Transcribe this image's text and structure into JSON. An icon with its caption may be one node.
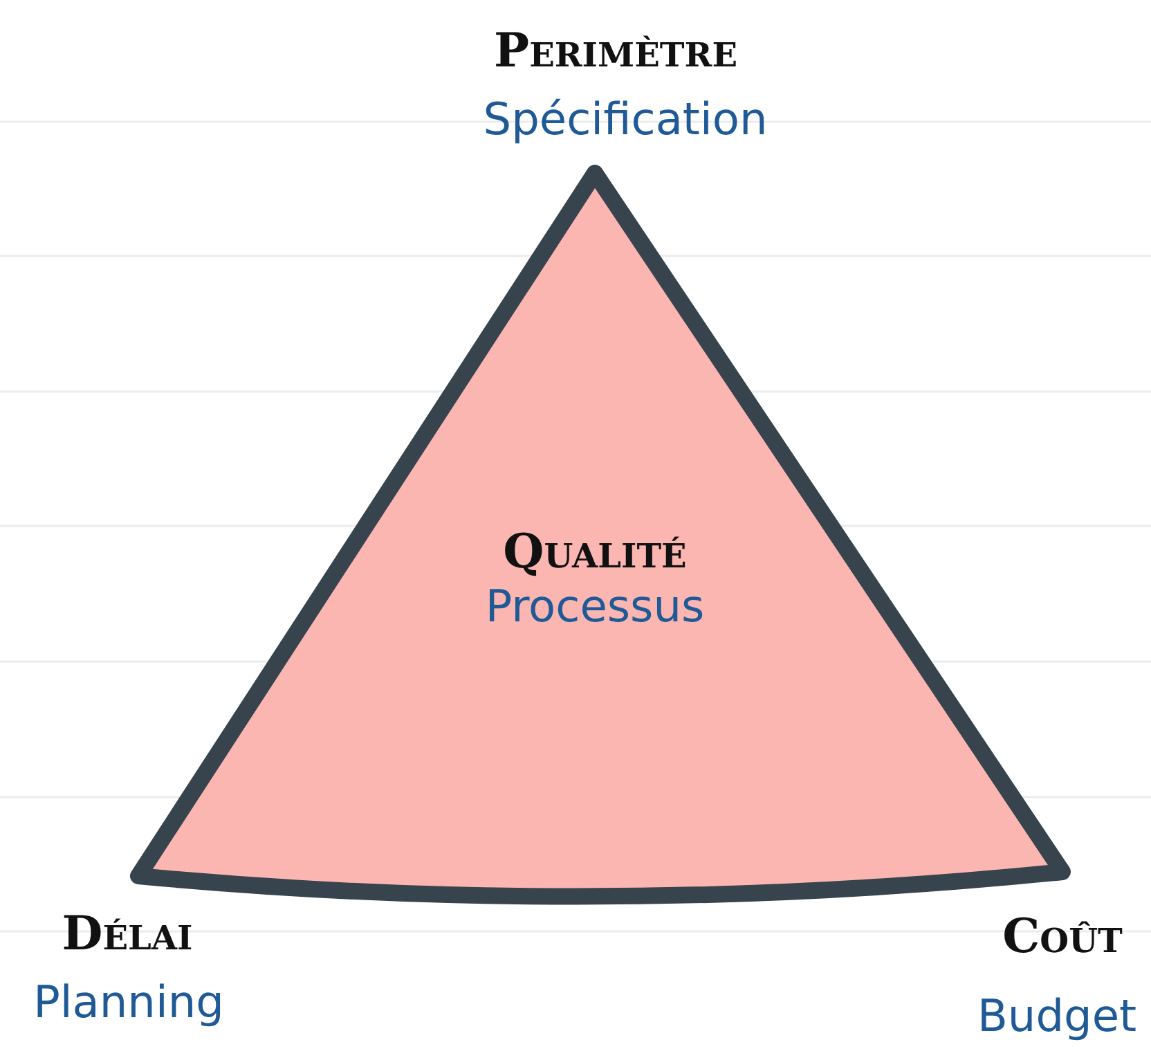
{
  "diagram": {
    "nodes": [
      {
        "text": [
          "Qualité",
          "Processus"
        ]
      }
    ],
    "edges": [],
    "labels": [
      "Perimètre",
      "Spécification",
      "Délai",
      "Planning",
      "Coût",
      "Budget"
    ]
  }
}
